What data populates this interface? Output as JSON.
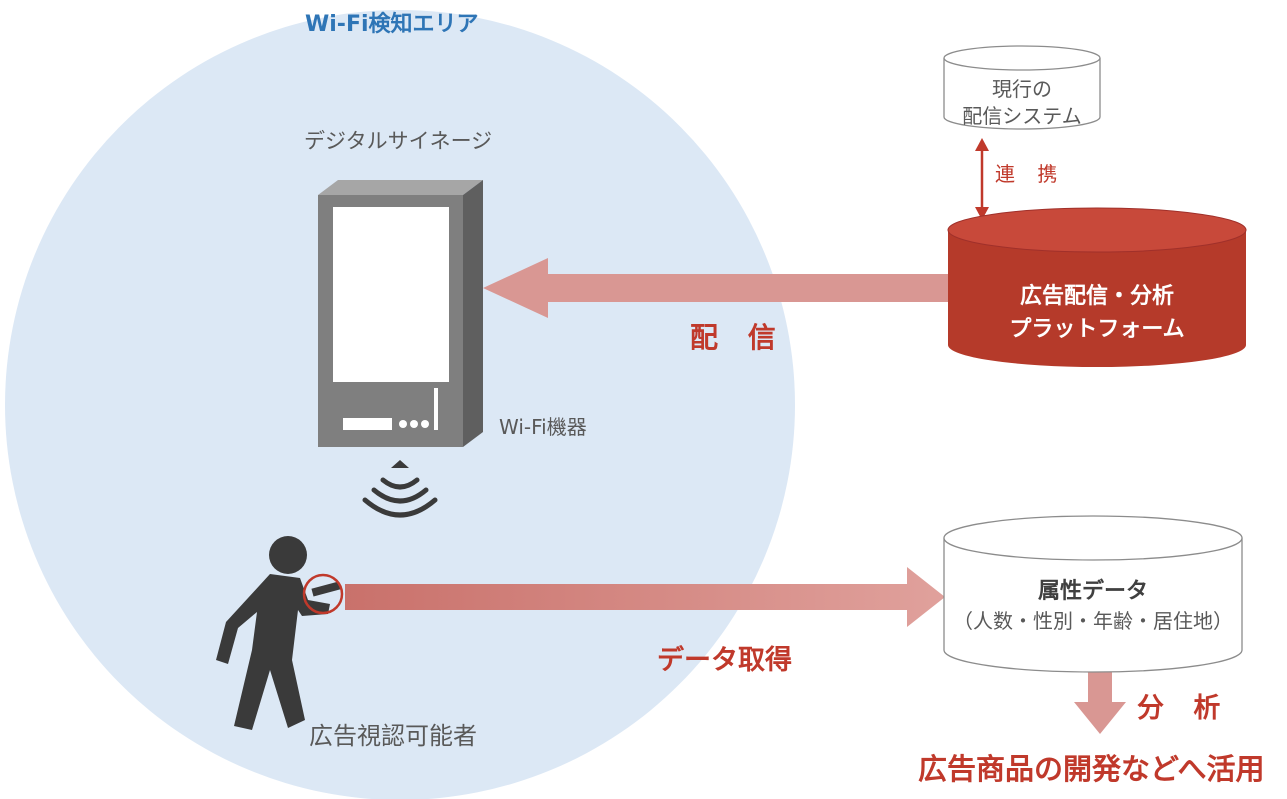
{
  "area": {
    "title": "Wi-Fi検知エリア"
  },
  "signage": {
    "label": "デジタルサイネージ",
    "wifi_device_label": "Wi-Fi機器"
  },
  "viewer": {
    "label": "広告視認可能者"
  },
  "current_system": {
    "line1": "現行の",
    "line2": "配信システム"
  },
  "link": {
    "label": "連 携"
  },
  "platform": {
    "line1": "広告配信・分析",
    "line2": "プラットフォーム"
  },
  "deliver": {
    "label": "配 信"
  },
  "data_acquire": {
    "label": "データ取得"
  },
  "attribute_data": {
    "title": "属性データ",
    "subtitle": "（人数・性別・年齢・居住地）"
  },
  "analysis": {
    "label": "分 析"
  },
  "utilization": {
    "label": "広告商品の開発などへ活用"
  },
  "colors": {
    "area_fill": "#dce8f5",
    "area_title": "#2e75b6",
    "accent_red": "#c0392b",
    "platform_red": "#b53a2a",
    "arrow_pink": "#d99793",
    "device_gray": "#7f7f7f",
    "person_gray": "#3a3a3a",
    "text_gray": "#595959"
  },
  "icons": [
    "digital-signage-icon",
    "wifi-signal-icon",
    "person-with-phone-icon",
    "database-icon"
  ]
}
